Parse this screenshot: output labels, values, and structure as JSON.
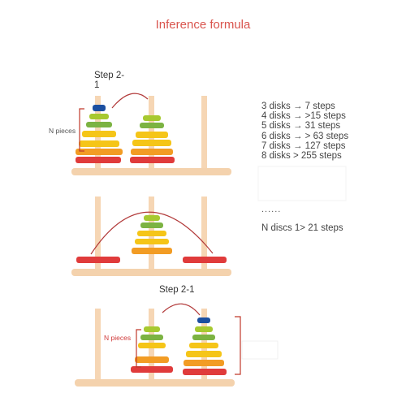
{
  "title": "Inference formula",
  "panels": [
    {
      "step_label": "Step 2-\n1",
      "n_pieces_label": "N pieces"
    },
    {},
    {
      "step_label": "Step 2-1",
      "n_pieces_label": "N pieces"
    }
  ],
  "formula_lines": [
    "3 disks → 7 steps",
    "4 disks → >15 steps",
    "5 disks → 31 steps",
    "6 disks → > 63 steps",
    "7 disks → 127 steps",
    "8 disks > 255 steps"
  ],
  "ellipsis": "......",
  "n_discs_line": "N discs 1> 21 steps",
  "colors": {
    "title": "#d9554e",
    "rod": "#f6d6b4",
    "base": "#f4d2ad",
    "arc": "#b23a3a",
    "bracket": "#c0392b",
    "disk_blue": "#1c4fa0",
    "disk_lime": "#a7c930",
    "disk_green": "#7cb342",
    "disk_yellow": "#f5c518",
    "disk_orange": "#f29c24",
    "disk_red": "#e03b3b"
  }
}
